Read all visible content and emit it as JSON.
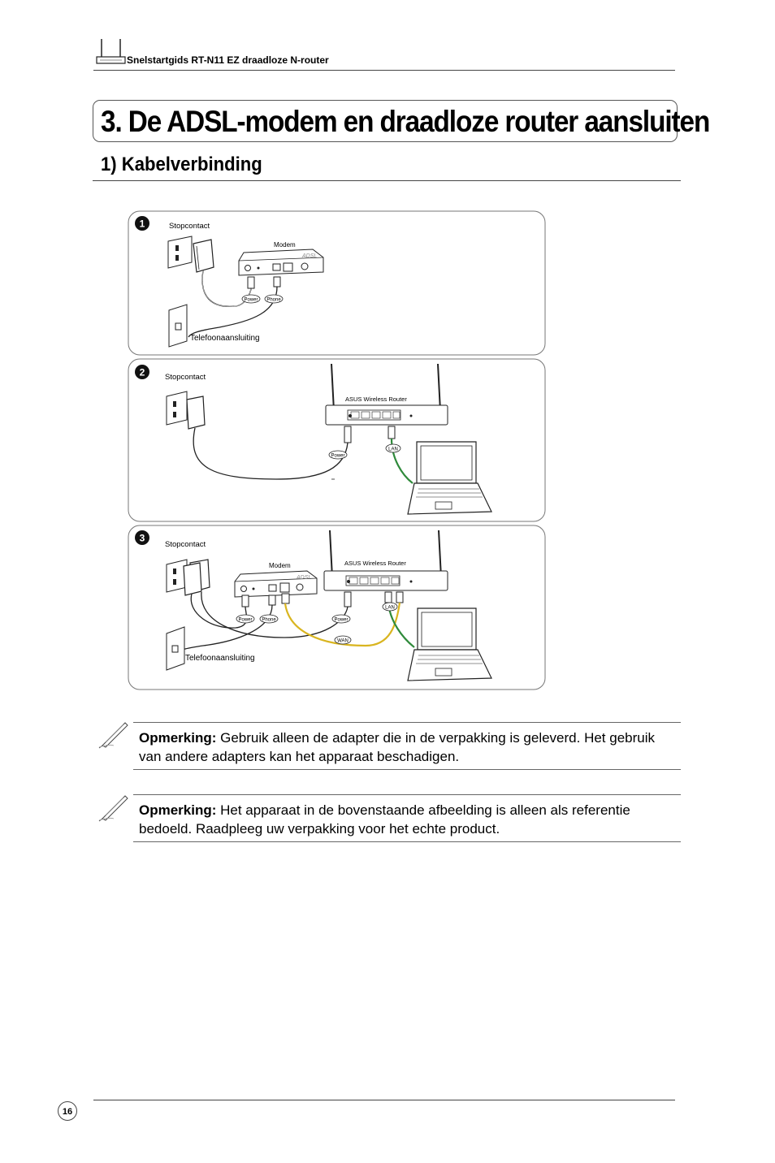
{
  "header": {
    "title": "Snelstartgids RT-N11 EZ draadloze N-router"
  },
  "title": "3. De ADSL-modem en draadloze router aansluiten",
  "subtitle": "1) Kabelverbinding",
  "diagram": {
    "panel1": {
      "num": "1",
      "outlet": "Stopcontact",
      "modem": "Modem",
      "modem_brand": "ADSL",
      "power": "Power",
      "phone": "Phone",
      "jack": "Telefoonaansluiting"
    },
    "panel2": {
      "num": "2",
      "outlet": "Stopcontact",
      "router": "ASUS Wireless Router",
      "power": "Power",
      "lan": "LAN"
    },
    "panel3": {
      "num": "3",
      "outlet": "Stopcontact",
      "modem": "Modem",
      "modem_brand": "ADSL",
      "router": "ASUS Wireless Router",
      "power1": "Power",
      "phone": "Phone",
      "power2": "Power",
      "lan": "LAN",
      "wan": "WAN",
      "jack": "Telefoonaansluiting"
    },
    "colors": {
      "lan_cable": "#2f8a3b",
      "wan_cable": "#d9b520"
    }
  },
  "notes": [
    {
      "label": "Opmerking:",
      "text": " Gebruik alleen de adapter die in de verpakking is geleverd. Het gebruik van andere adapters kan het apparaat beschadigen."
    },
    {
      "label": "Opmerking:",
      "text": " Het apparaat in de bovenstaande afbeelding is alleen als referentie bedoeld. Raadpleeg uw verpakking voor het echte product."
    }
  ],
  "footer": {
    "page": "16"
  }
}
